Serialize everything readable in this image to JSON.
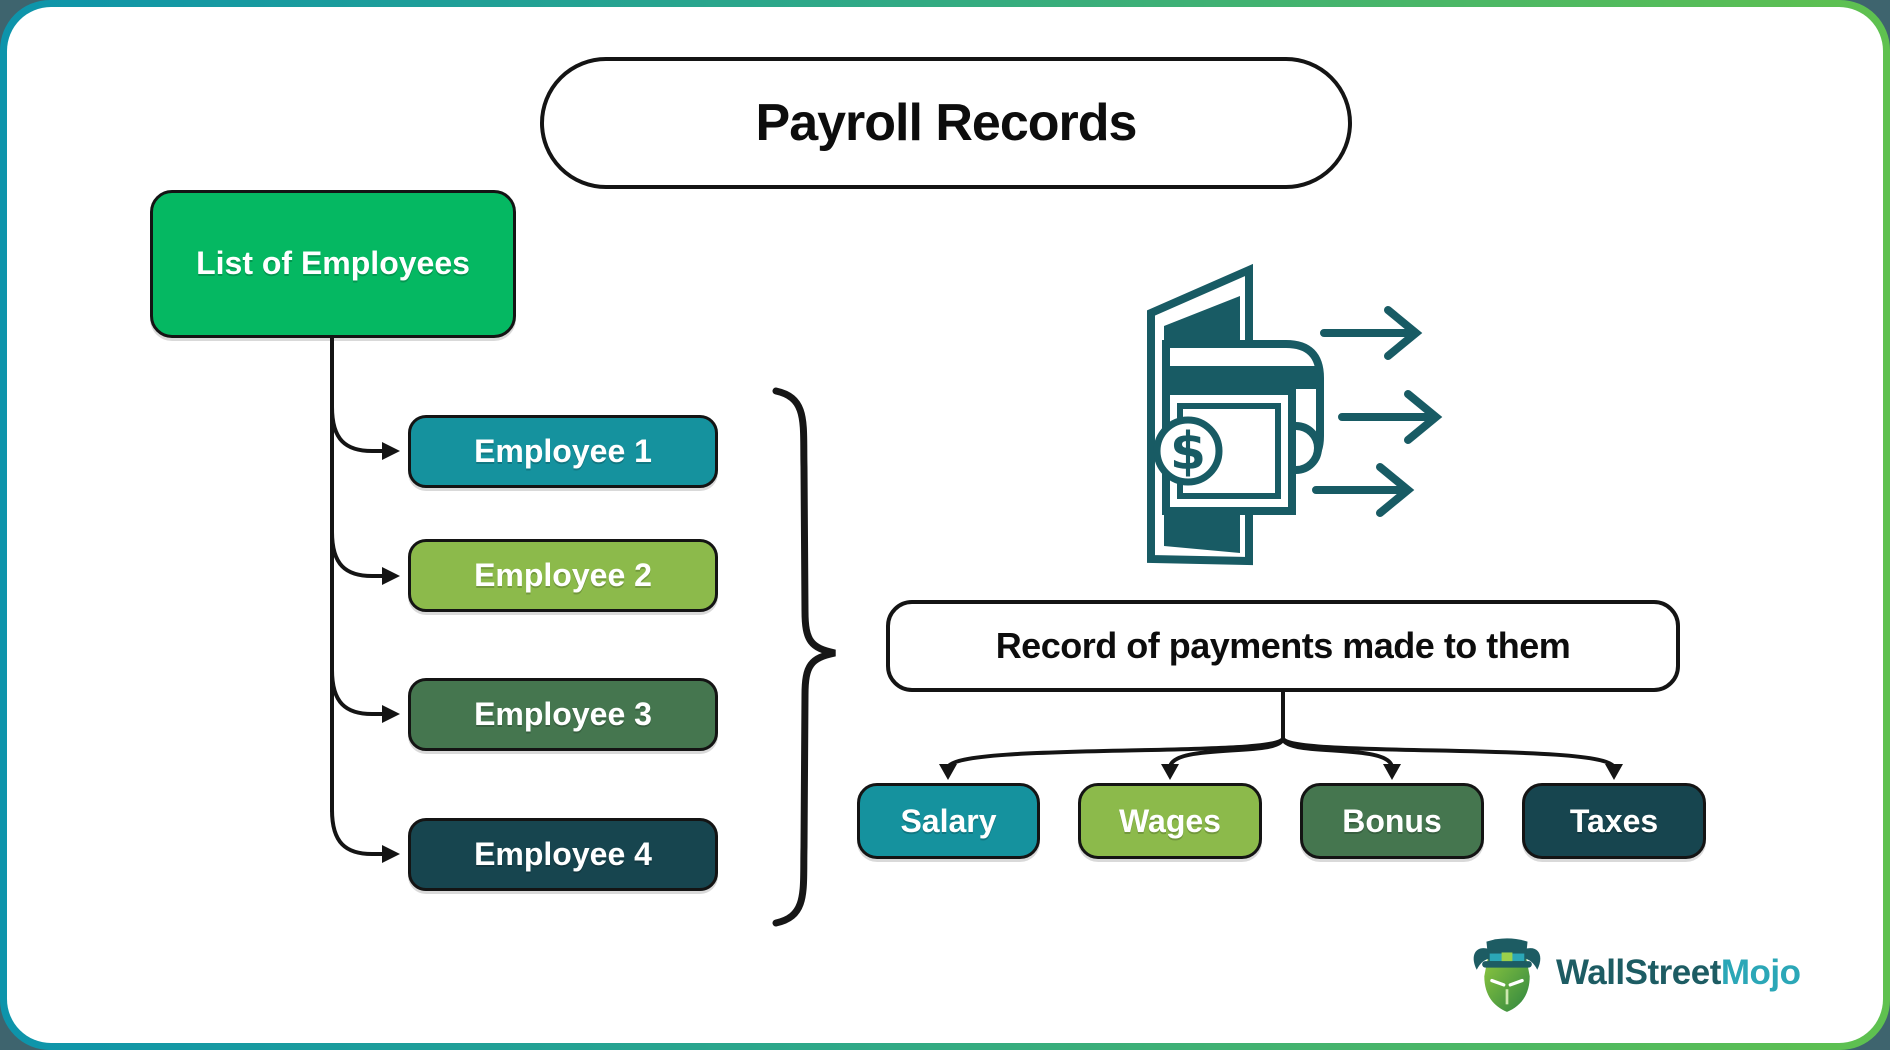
{
  "title": {
    "label": "Payroll Records"
  },
  "left_tree": {
    "root": {
      "label": "List of Employees",
      "color": "#05B862"
    },
    "employees": [
      {
        "label": "Employee 1",
        "color": "#15929E"
      },
      {
        "label": "Employee 2",
        "color": "#8CBA4B"
      },
      {
        "label": "Employee 3",
        "color": "#45764F"
      },
      {
        "label": "Employee 4",
        "color": "#17454F"
      }
    ]
  },
  "right_tree": {
    "record": {
      "label": "Record of payments made to them"
    },
    "payments": [
      {
        "label": "Salary",
        "color": "#15929E"
      },
      {
        "label": "Wages",
        "color": "#8CBA4B"
      },
      {
        "label": "Bonus",
        "color": "#45764F"
      },
      {
        "label": "Taxes",
        "color": "#17454F"
      }
    ]
  },
  "icons": {
    "payment_icon": "money-transfer-out-icon",
    "payment_icon_color": "#185B64",
    "brace": "curly-brace-right",
    "mascot": "bull-with-top-hat-icon"
  },
  "logo": {
    "brand_first": "WallStreet",
    "brand_second": "Mojo",
    "first_color": "#1D5C63",
    "second_color": "#2BA7B7"
  },
  "colors": {
    "frame_gradient_start": "#0D94AB",
    "frame_gradient_end": "#5FC14F",
    "outside_background": "#3E646E",
    "canvas_background": "#FFFFFF",
    "connector_color": "#141414"
  }
}
